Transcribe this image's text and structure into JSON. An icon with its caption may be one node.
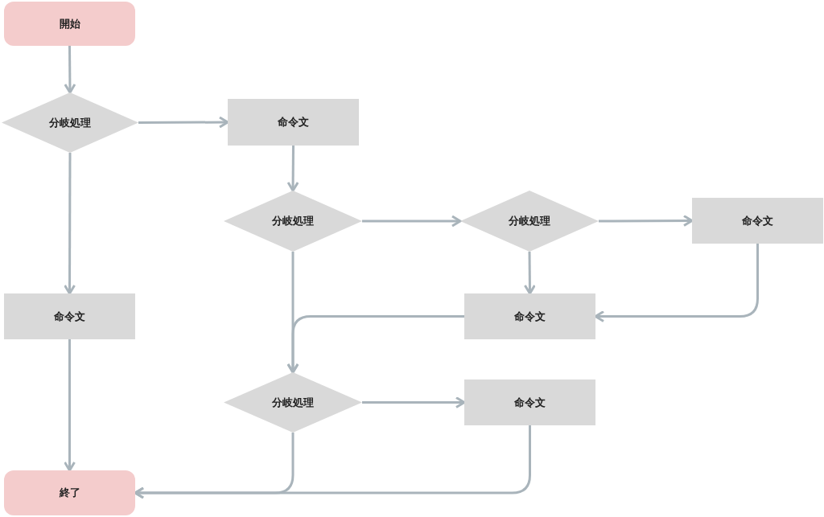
{
  "diagram": {
    "nodes": [
      {
        "text": [
          "開始"
        ]
      },
      {
        "text": [
          "分岐処理"
        ]
      },
      {
        "text": [
          "命令文"
        ]
      },
      {
        "text": [
          "分岐処理"
        ]
      },
      {
        "text": [
          "分岐処理"
        ]
      },
      {
        "text": [
          "命令文"
        ]
      },
      {
        "text": [
          "命令文"
        ]
      },
      {
        "text": [
          "命令文"
        ]
      },
      {
        "text": [
          "分岐処理"
        ]
      },
      {
        "text": [
          "命令文"
        ]
      },
      {
        "text": [
          "終了"
        ]
      }
    ],
    "edges": [
      {
        "from": 0,
        "to": 1,
        "arrow": "to"
      },
      {
        "from": 1,
        "to": 2,
        "arrow": "to"
      },
      {
        "from": 1,
        "to": 6,
        "arrow": "to"
      },
      {
        "from": 2,
        "to": 3,
        "arrow": "to"
      },
      {
        "from": 3,
        "to": 4,
        "arrow": "to"
      },
      {
        "from": 4,
        "to": 5,
        "arrow": "to"
      },
      {
        "from": 4,
        "to": 7,
        "arrow": "to"
      },
      {
        "from": 5,
        "to": 7,
        "arrow": "to"
      },
      {
        "from": 7,
        "to": 8,
        "arrow": "to"
      },
      {
        "from": 3,
        "to": 8,
        "arrow": "to"
      },
      {
        "from": 8,
        "to": 9,
        "arrow": "to"
      },
      {
        "from": 6,
        "to": 10,
        "arrow": "to"
      },
      {
        "from": 8,
        "to": 10,
        "arrow": "to"
      },
      {
        "from": 9,
        "to": 10,
        "arrow": "to"
      }
    ]
  }
}
